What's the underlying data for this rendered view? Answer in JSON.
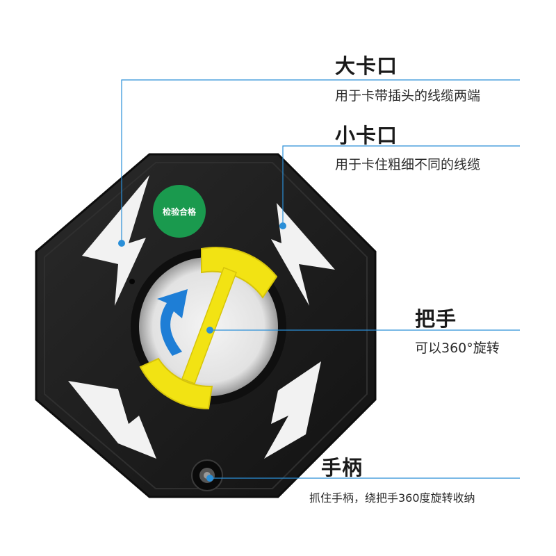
{
  "callouts": [
    {
      "title": "大卡口",
      "desc": "用于卡带插头的线缆两端"
    },
    {
      "title": "小卡口",
      "desc": "用于卡住粗细不同的线缆"
    },
    {
      "title": "把手",
      "desc": "可以360°旋转"
    },
    {
      "title": "手柄",
      "desc": "抓住手柄，绕把手360度旋转收纳"
    }
  ],
  "badge": {
    "text": "检验合格",
    "color": "#1a9a4e"
  },
  "colors": {
    "reel_body": "#1c1c1c",
    "handle": "#f2e313",
    "arrow": "#1e7ed6",
    "leader_line": "#2a8fd8"
  }
}
